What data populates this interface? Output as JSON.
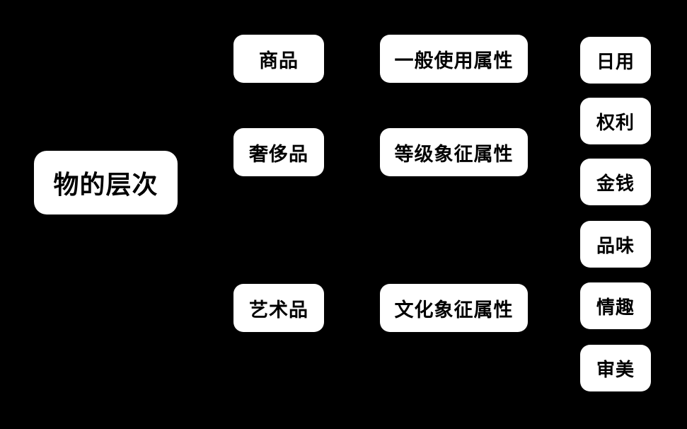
{
  "colors": {
    "background": "#000000",
    "node_background": "#ffffff",
    "node_text": "#000000"
  },
  "diagram": {
    "root": {
      "label": "物的层次"
    },
    "levels": [
      {
        "label": "商品"
      },
      {
        "label": "奢侈品"
      },
      {
        "label": "艺术品"
      }
    ],
    "attributes": [
      {
        "label": "一般使用属性"
      },
      {
        "label": "等级象征属性"
      },
      {
        "label": "文化象征属性"
      }
    ],
    "values": [
      {
        "label": "日用"
      },
      {
        "label": "权利"
      },
      {
        "label": "金钱"
      },
      {
        "label": "品味"
      },
      {
        "label": "情趣"
      },
      {
        "label": "审美"
      }
    ]
  }
}
